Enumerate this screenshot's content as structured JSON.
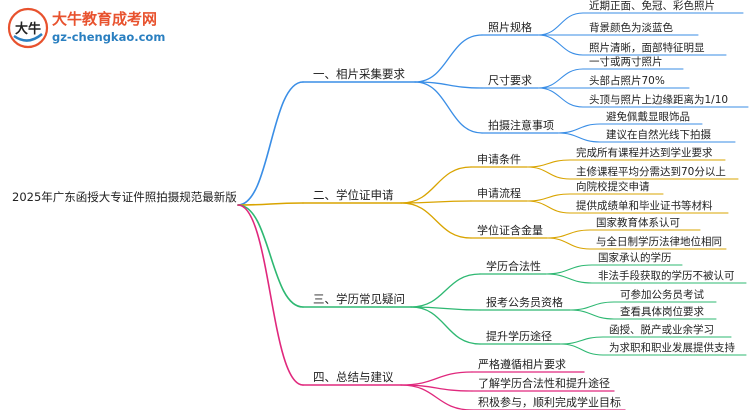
{
  "logo": {
    "title": "大牛教育成考网",
    "url": "gz-chengkao.com",
    "mark_glyph": "大牛"
  },
  "root": {
    "label": "2025年广东函授大专证件照拍摄规范最新版"
  },
  "branches": [
    {
      "label": "一、相片采集要求",
      "color": "#3a8ee6",
      "children": [
        {
          "label": "照片规格",
          "children": [
            "近期正面、免冠、彩色照片",
            "背景颜色为淡蓝色",
            "照片清晰，面部特征明显"
          ]
        },
        {
          "label": "尺寸要求",
          "children": [
            "一寸或两寸照片",
            "头部占照片70%",
            "头顶与照片上边缘距离为1/10"
          ]
        },
        {
          "label": "拍摄注意事项",
          "children": [
            "避免佩戴显眼饰品",
            "建议在自然光线下拍摄"
          ]
        }
      ]
    },
    {
      "label": "二、学位证申请",
      "color": "#d9a400",
      "children": [
        {
          "label": "申请条件",
          "children": [
            "完成所有课程并达到学业要求",
            "主修课程平均分需达到70分以上"
          ]
        },
        {
          "label": "申请流程",
          "children": [
            "向院校提交申请",
            "提供成绩单和毕业证书等材料"
          ]
        },
        {
          "label": "学位证含金量",
          "children": [
            "国家教育体系认可",
            "与全日制学历法律地位相同"
          ]
        }
      ]
    },
    {
      "label": "三、学历常见疑问",
      "color": "#2eb872",
      "children": [
        {
          "label": "学历合法性",
          "children": [
            "国家承认的学历",
            "非法手段获取的学历不被认可"
          ]
        },
        {
          "label": "报考公务员资格",
          "children": [
            "可参加公务员考试",
            "查看具体岗位要求"
          ]
        },
        {
          "label": "提升学历途径",
          "children": [
            "函授、脱产或业余学习",
            "为求职和职业发展提供支持"
          ]
        }
      ]
    },
    {
      "label": "四、总结与建议",
      "color": "#e0287d",
      "children": [
        {
          "label": "严格遵循相片要求",
          "children": []
        },
        {
          "label": "了解学历合法性和提升途径",
          "children": []
        },
        {
          "label": "积极参与，顺利完成学业目标",
          "children": []
        }
      ]
    }
  ]
}
